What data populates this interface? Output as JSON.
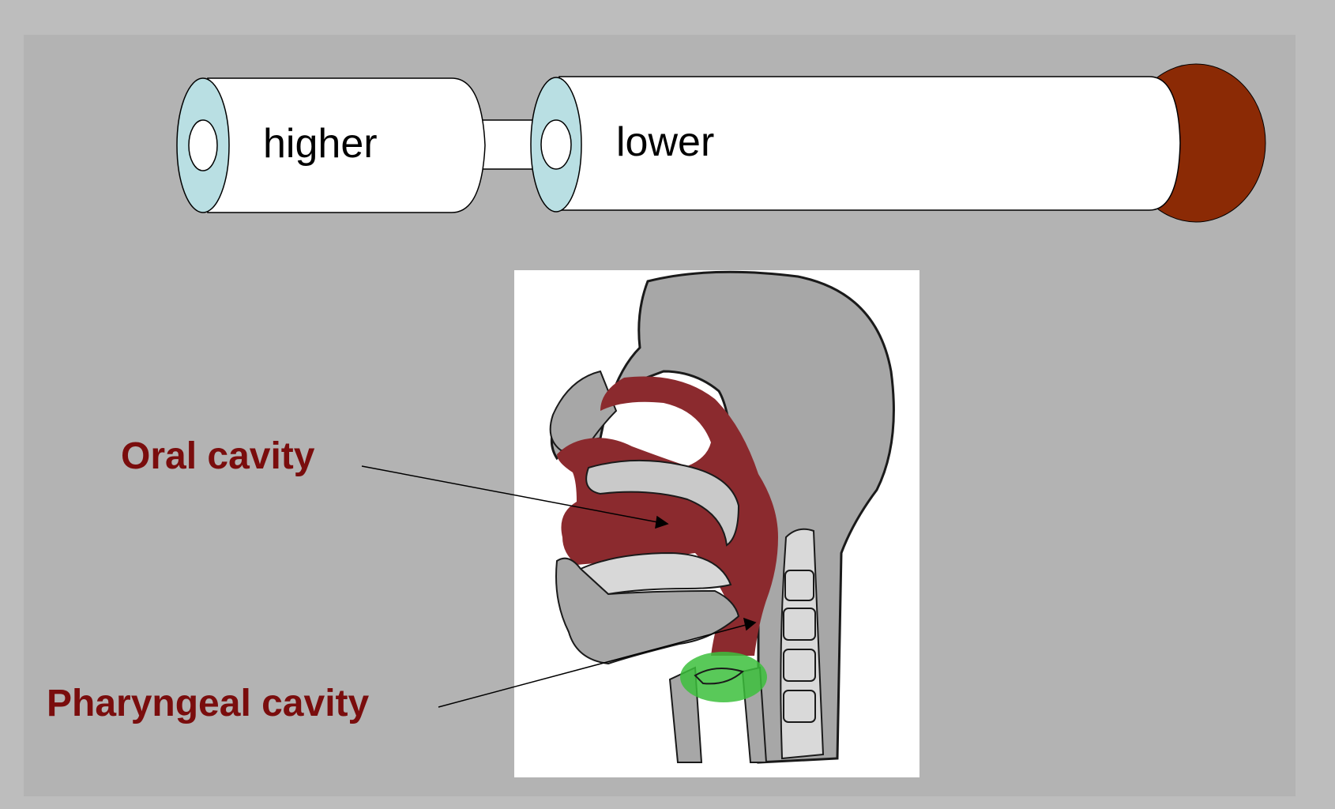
{
  "tube": {
    "higher_label": "higher",
    "lower_label": "lower",
    "colors": {
      "tube_fill": "#ffffff",
      "end_cap": "#b9dfe3",
      "closed_end": "#8b2a05"
    }
  },
  "anatomy": {
    "oral_label": "Oral cavity",
    "pharyngeal_label": "Pharyngeal cavity",
    "colors": {
      "cavity": "#8b2a2e",
      "highlight": "#3cc03c",
      "tissue": "#a7a7a7",
      "label": "#7a0d0d"
    }
  }
}
